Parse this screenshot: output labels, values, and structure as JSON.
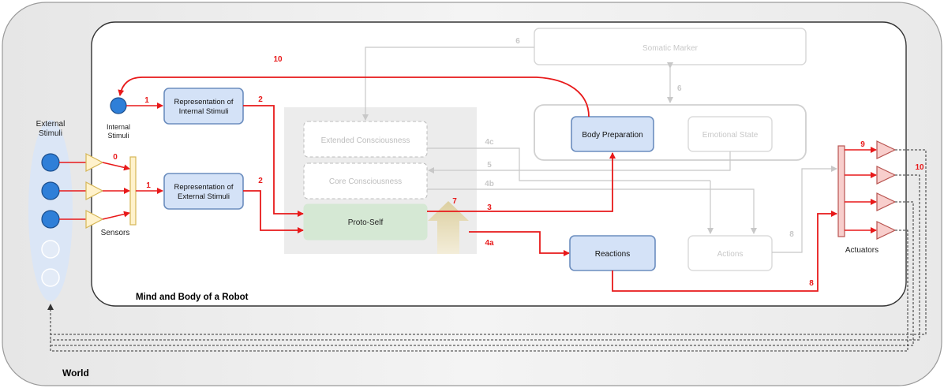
{
  "world": {
    "label": "World"
  },
  "robot": {
    "label": "Mind and Body of a Robot"
  },
  "external_stimuli": {
    "label_line1": "External",
    "label_line2": "Stimuli"
  },
  "internal_stimuli": {
    "label_line1": "Internal",
    "label_line2": "Stimuli"
  },
  "sensors": {
    "label": "Sensors"
  },
  "actuators": {
    "label": "Actuators"
  },
  "boxes": {
    "rep_internal": {
      "line1": "Representation of",
      "line2": "Internal Stimuli"
    },
    "rep_external": {
      "line1": "Representation of",
      "line2": "External Stimuli"
    },
    "proto_self": "Proto-Self",
    "extended_consciousness": "Extended Consciousness",
    "core_consciousness": "Core Consciousness",
    "somatic_marker": "Somatic Marker",
    "body_preparation": "Body Preparation",
    "emotional_state": "Emotional State",
    "reactions": "Reactions",
    "actions": "Actions"
  },
  "edge_labels": {
    "e0": "0",
    "e1a": "1",
    "e1b": "1",
    "e2a": "2",
    "e2b": "2",
    "e3": "3",
    "e4a": "4a",
    "e4b": "4b",
    "e4c": "4c",
    "e5": "5",
    "e6a": "6",
    "e6b": "6",
    "e7": "7",
    "e8a": "8",
    "e8b": "8",
    "e9": "9",
    "e10a": "10",
    "e10b": "10"
  },
  "colors": {
    "active": "#e8191a",
    "inactive": "#c8c8c8",
    "active_box_fill": "#d4e2f7",
    "active_box_stroke": "#6c8ebf",
    "proto_fill": "#d5e8d4",
    "sensor_fill": "#fff2cc",
    "sensor_stroke": "#d6b656",
    "actuator_fill": "#f8cecc",
    "actuator_stroke": "#b85450",
    "node_fill": "#2f7fd8"
  }
}
